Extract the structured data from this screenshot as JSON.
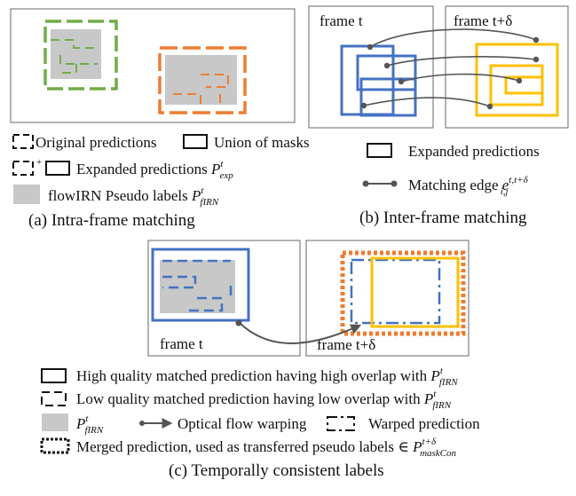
{
  "panel_a": {
    "caption": "(a) Intra-frame matching",
    "legend": {
      "original_predictions": "Original predictions",
      "union_of_masks": "Union of masks",
      "plus": "+",
      "expanded_predictions": "Expanded predictions",
      "expanded_symbol": "P",
      "expanded_sup": "t",
      "expanded_sub": "exp",
      "flowirn_pseudo_labels": "flowIRN Pseudo labels",
      "flowirn_symbol": "P",
      "flowirn_sup": "t",
      "flowirn_sub": "fIRN"
    }
  },
  "panel_b": {
    "caption": "(b) Inter-frame matching",
    "frame_left_label": "frame t",
    "frame_right_label": "frame t+δ",
    "legend": {
      "expanded_predictions": "Expanded predictions",
      "matching_edge": "Matching edge",
      "edge_symbol": "e",
      "edge_sup": "t,t+δ",
      "edge_sub": "i,j"
    }
  },
  "panel_c": {
    "caption": "(c) Temporally consistent labels",
    "frame_left_label": "frame t",
    "frame_right_label": "frame t+δ",
    "legend": {
      "high_quality": "High quality matched prediction having high overlap with",
      "low_quality": "Low quality matched prediction having low overlap with",
      "flowirn_symbol": "P",
      "flowirn_sup": "t",
      "flowirn_sub": "fIRN",
      "optical_flow_warping": "Optical flow warping",
      "warped_prediction": "Warped prediction",
      "merged_prediction": "Merged prediction, used as transferred pseudo labels ∈",
      "maskcon_symbol": "P",
      "maskcon_sup": "t+δ",
      "maskcon_sub": "maskCon"
    }
  },
  "colors": {
    "green": "#70ad47",
    "orange": "#ed7d31",
    "blue": "#4472c4",
    "yellow": "#ffc000",
    "gray": "#c8c8c8",
    "arrow": "#555555",
    "border": "#808080"
  }
}
